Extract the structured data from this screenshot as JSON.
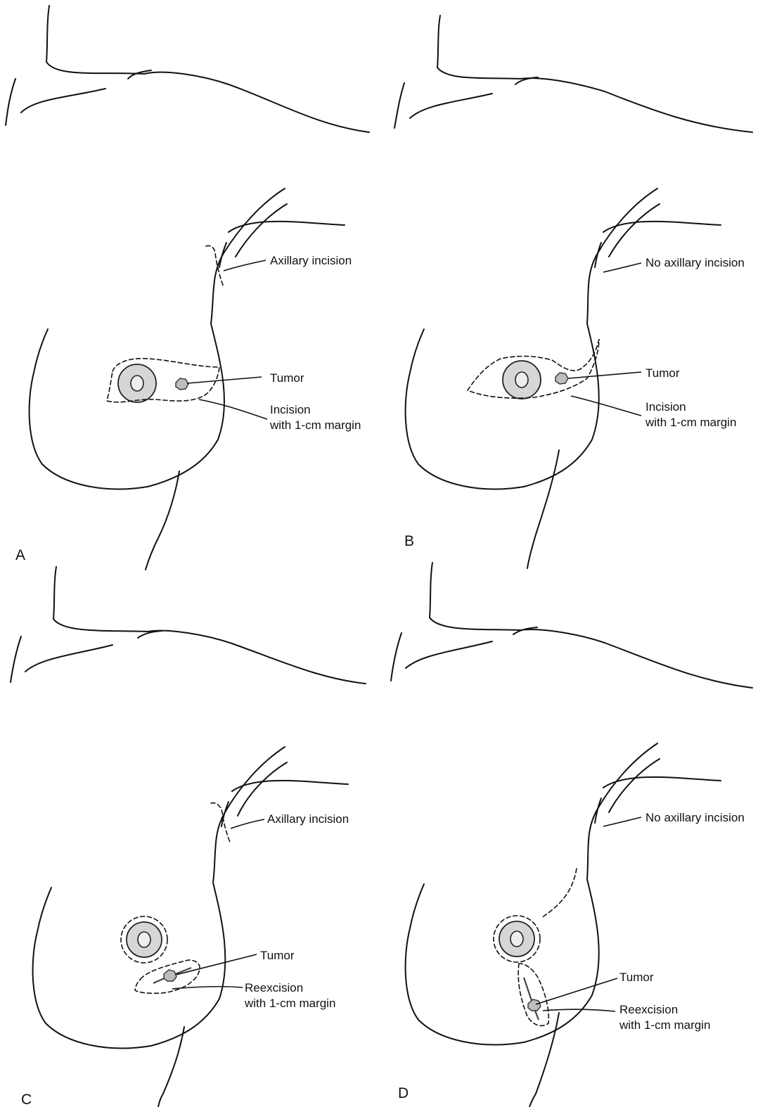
{
  "panels": [
    {
      "letter": "A",
      "axillary_label": "Axillary incision",
      "tumor_label": "Tumor",
      "incision_line1": "Incision",
      "incision_line2": "with 1-cm margin"
    },
    {
      "letter": "B",
      "axillary_label": "No axillary incision",
      "tumor_label": "Tumor",
      "incision_line1": "Incision",
      "incision_line2": "with 1-cm margin"
    },
    {
      "letter": "C",
      "axillary_label": "Axillary incision",
      "tumor_label": "Tumor",
      "incision_line1": "Reexcision",
      "incision_line2": "with 1-cm margin"
    },
    {
      "letter": "D",
      "axillary_label": "No axillary incision",
      "tumor_label": "Tumor",
      "incision_line1": "Reexcision",
      "incision_line2": "with 1-cm margin"
    }
  ]
}
